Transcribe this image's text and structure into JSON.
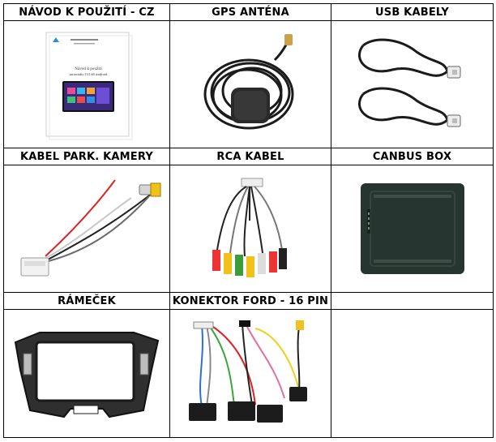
{
  "grid": {
    "row1": {
      "labels": [
        "NÁVOD K POUŽITÍ - CZ",
        "GPS ANTÉNA",
        "USB KABELY"
      ],
      "manual_cover_title": "Návod k použití",
      "manual_cover_subtitle": "Autorádio TS10B Android"
    },
    "row2": {
      "labels": [
        "KABEL PARK. KAMERY",
        "RCA KABEL",
        "CANBUS BOX"
      ]
    },
    "row3": {
      "labels": [
        "RÁMEČEK",
        "KONEKTOR FORD - 16 PIN",
        ""
      ]
    }
  }
}
